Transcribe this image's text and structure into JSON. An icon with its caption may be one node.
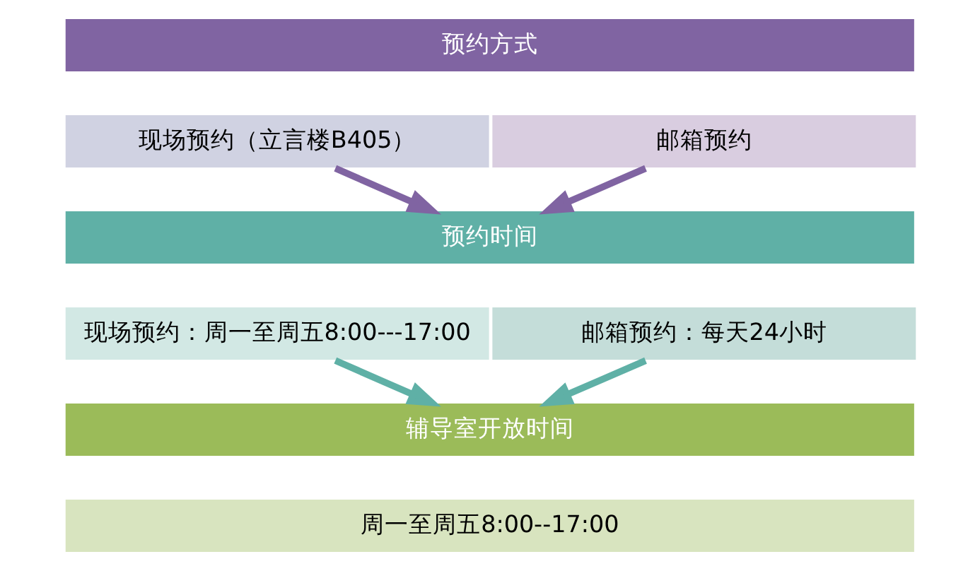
{
  "diagram": {
    "nodes": [
      {
        "text": [
          "预约方式"
        ]
      },
      {
        "text": [
          "现场预约（立言楼B405）"
        ]
      },
      {
        "text": [
          "邮箱预约"
        ]
      },
      {
        "text": [
          "预约时间"
        ]
      },
      {
        "text": [
          "现场预约：周一至周五8:00---17:00"
        ]
      },
      {
        "text": [
          "邮箱预约：每天24小时"
        ]
      },
      {
        "text": [
          "辅导室开放时间"
        ]
      },
      {
        "text": [
          "周一至周五8:00--17:00"
        ]
      }
    ],
    "edges": [
      {
        "from": 1,
        "to": 3,
        "arrow": "to",
        "color": "#8064a2"
      },
      {
        "from": 2,
        "to": 3,
        "arrow": "to",
        "color": "#8064a2"
      },
      {
        "from": 4,
        "to": 6,
        "arrow": "to",
        "color": "#5fb0a6"
      },
      {
        "from": 5,
        "to": 6,
        "arrow": "to",
        "color": "#5fb0a6"
      }
    ]
  }
}
